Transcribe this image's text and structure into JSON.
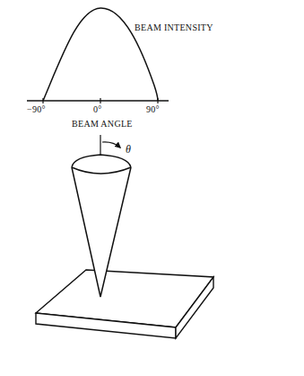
{
  "diagram": {
    "labels": [
      "BEAM INTENSITY",
      "−90°",
      "0°",
      "90°",
      "BEAM ANGLE",
      "θ"
    ]
  }
}
